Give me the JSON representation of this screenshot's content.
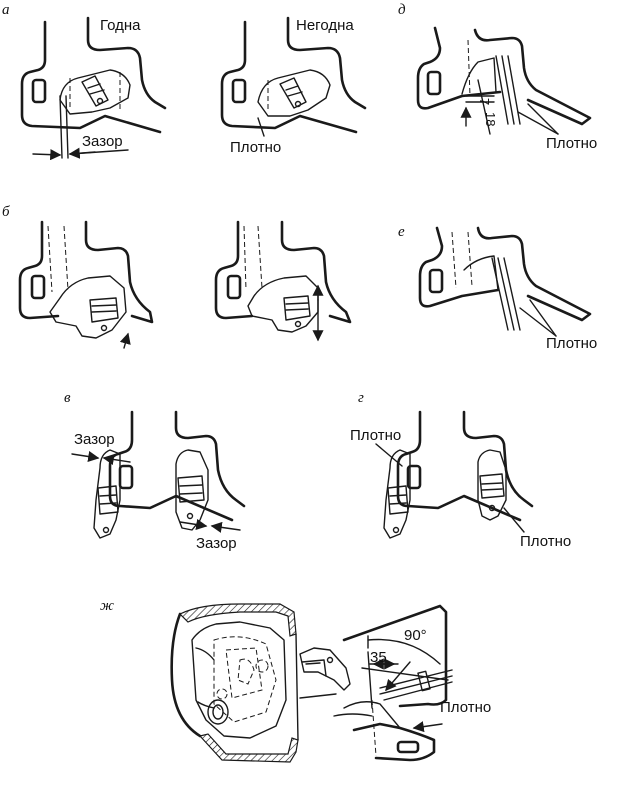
{
  "figures": {
    "a": {
      "letter": "а",
      "left_caption": "Годна",
      "right_caption": "Негодна",
      "gap_label": "Зазор",
      "tight_label": "Плотно"
    },
    "b": {
      "letter": "б"
    },
    "v": {
      "letter": "в",
      "gap_label_top": "Зазор",
      "gap_label_bottom": "Зазор"
    },
    "g": {
      "letter": "г",
      "tight_label_top": "Плотно",
      "tight_label_bottom": "Плотно"
    },
    "d": {
      "letter": "д",
      "dim_7": "7",
      "dim_18": "18",
      "tight_label": "Плотно"
    },
    "e": {
      "letter": "е",
      "tight_label": "Плотно"
    },
    "zh": {
      "letter": "ж",
      "angle_label": "90°",
      "dim_35": "35",
      "tight_label": "Плотно"
    }
  }
}
